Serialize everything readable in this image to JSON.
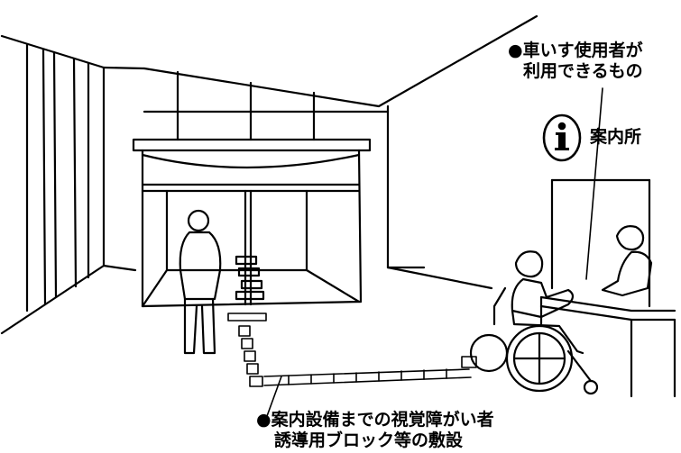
{
  "labels": {
    "wheelchair": {
      "bullet": "●",
      "line1": "車いす使用者が",
      "line2": "利用できるもの"
    },
    "info_sign": {
      "icon": "i",
      "text": "案内所"
    },
    "tactile": {
      "bullet": "●",
      "line1": "案内設備までの視覚障がい者",
      "line2": "誘導用ブロック等の敷設"
    }
  },
  "colors": {
    "ink": "#000000",
    "paper": "#ffffff"
  }
}
